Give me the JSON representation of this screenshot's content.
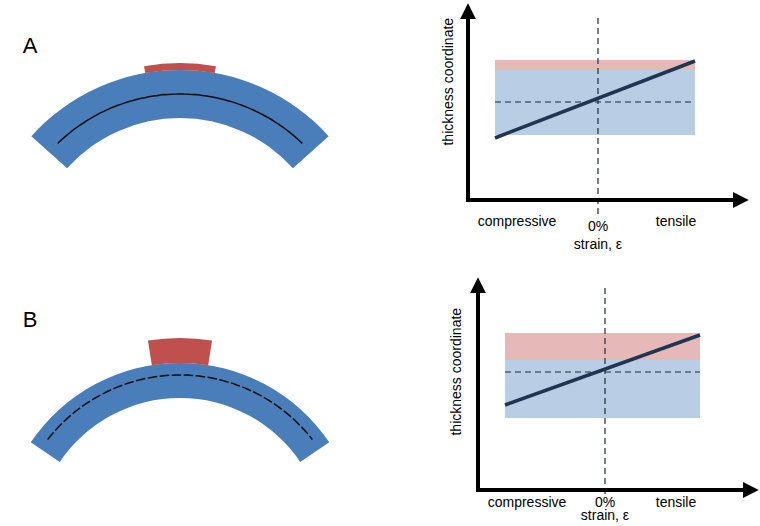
{
  "diagram": {
    "labels": [
      "A",
      "thickness coordinate",
      "compressive",
      "0%",
      "tensile",
      "strain, ε",
      "B",
      "thickness coordinate",
      "compressive",
      "0%",
      "tensile",
      "strain, ε"
    ]
  }
}
